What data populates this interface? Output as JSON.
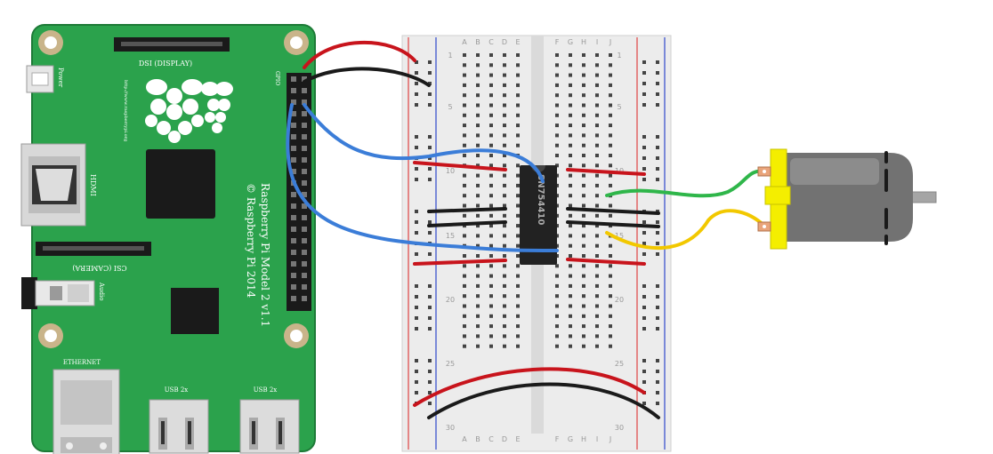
{
  "pi": {
    "model": "Raspberry Pi Model 2 v1.1",
    "copyright": "© Raspberry Pi 2014",
    "url": "http://www.raspberrypi.org",
    "labels": {
      "power": "Power",
      "dsi": "DSI (DISPLAY)",
      "hdmi": "HDMI",
      "csi": "CSI (CAMERA)",
      "audio": "Audio",
      "ethernet": "ETHERNET",
      "usb1": "USB 2x",
      "usb2": "USB 2x",
      "gpio": "GPIO"
    },
    "colors": {
      "board": "#2ba24c",
      "board_edge": "#1d7a37"
    }
  },
  "breadboard": {
    "column_letters_left": [
      "A",
      "B",
      "C",
      "D",
      "E"
    ],
    "column_letters_right": [
      "F",
      "G",
      "H",
      "I",
      "J"
    ],
    "row_numbers": [
      "1",
      "5",
      "10",
      "15",
      "20",
      "25",
      "30"
    ]
  },
  "chip": {
    "label": "SN754410"
  },
  "wire_colors": {
    "red": "#c8141c",
    "black": "#1a1a1a",
    "blue": "#3b7dd8",
    "green": "#2fb64a",
    "yellow": "#f2c800"
  },
  "motor": {
    "colors": {
      "body": "#727272",
      "cap": "#f4ee00"
    }
  }
}
